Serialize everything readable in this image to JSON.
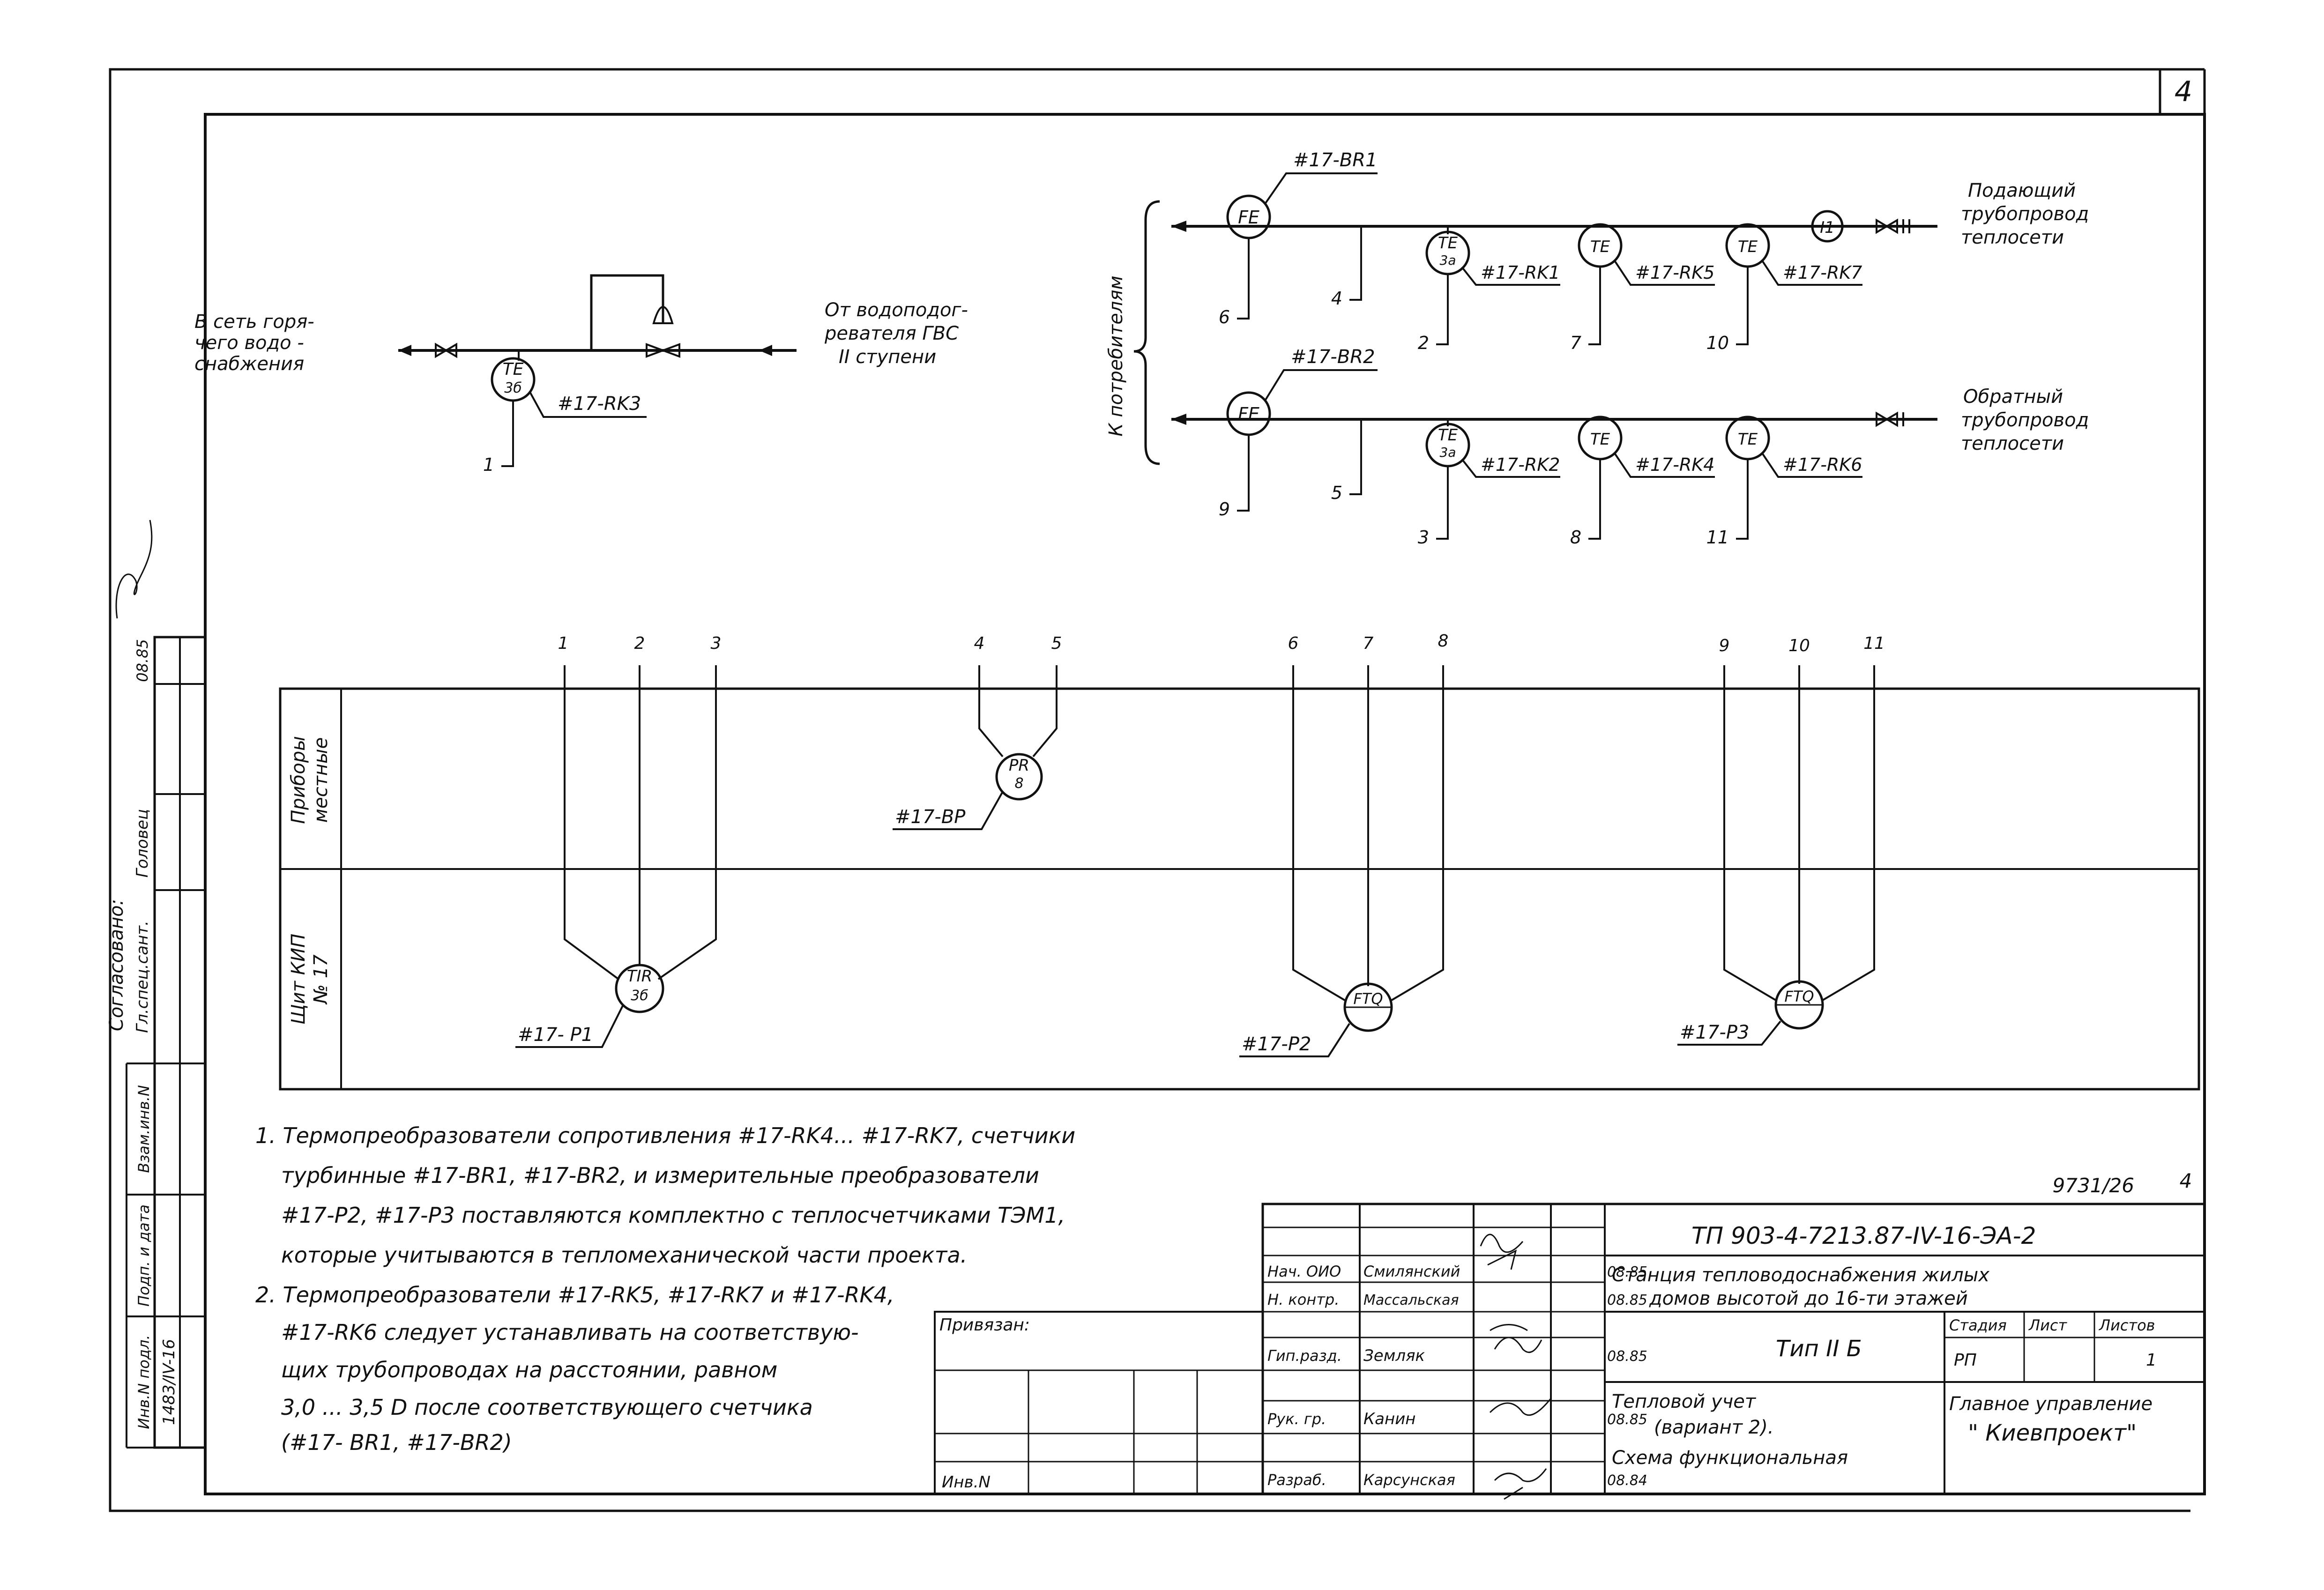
{
  "sheet_number": "4",
  "side_stamp": {
    "agreed_title": "Согласовано:",
    "agreed_role": "Гл.спец.сант.",
    "agreed_name": "Головец",
    "agreed_date": "08.85",
    "inv_orig_label": "Инв.N подл.",
    "sign_date_label": "Подп. и дата",
    "inv_repl_label": "Взам.инв.N",
    "inv_orig_value": "1483/IV-16"
  },
  "zones": {
    "local": "Приборы местные",
    "panel": "Щит КИП № 17"
  },
  "hot_water": {
    "left_note": "В сеть горя-\nчего водо -\nснабжения",
    "right_note": "От водоподог-\nревателя ГВС\nII ступени",
    "sensor": "TE\n3б",
    "tag": "#17-RK3",
    "line": "1"
  },
  "brace_label": "К потребителям",
  "supply": {
    "label": "Подающий\nтрубопровод\nтеплосети",
    "flow_sensor": "FE",
    "flow_tag": "#17-BR1",
    "line_fe": "6",
    "line_tap": "4",
    "meter_mark": "I1",
    "sensors": [
      {
        "label": "TE\n3а",
        "tag": "#17-RK1",
        "line": "2"
      },
      {
        "label": "TE",
        "tag": "#17-RK5",
        "line": "7"
      },
      {
        "label": "TE",
        "tag": "#17-RK7",
        "line": "10"
      }
    ]
  },
  "return": {
    "label": "Обратный\nтрубопровод\nтеплосети",
    "flow_sensor": "FE",
    "flow_tag": "#17-BR2",
    "line_fe": "9",
    "line_tap": "5",
    "sensors": [
      {
        "label": "TE\n3а",
        "tag": "#17-RK2",
        "line": "3"
      },
      {
        "label": "TE",
        "tag": "#17-RK4",
        "line": "8"
      },
      {
        "label": "TE",
        "tag": "#17-RK6",
        "line": "11"
      }
    ]
  },
  "line_numbers": [
    "1",
    "2",
    "3",
    "4",
    "5",
    "6",
    "7",
    "8",
    "9",
    "10",
    "11"
  ],
  "local_instrument": {
    "label": "PR\n8",
    "tag": "#17-BP"
  },
  "panel_instruments": [
    {
      "label": "TIR\n3б",
      "tag": "#17- P1"
    },
    {
      "label": "FTQ",
      "tag": "#17-P2"
    },
    {
      "label": "FTQ",
      "tag": "#17-P3"
    }
  ],
  "notes": [
    "1. Термопреобразователи сопротивления #17-RK4... #17-RK7, счетчики",
    "турбинные #17-BR1, #17-BR2, и измерительные преобразователи",
    "#17-P2, #17-P3 поставляются комплектно с теплосчетчиками ТЭМ1,",
    "которые учитываются в тепломеханической части проекта.",
    "2. Термопреобразователи #17-RK5, #17-RK7 и #17-RK4,",
    "#17-RK6 следует устанавливать на соответствую-",
    "щих трубопроводах на расстоянии, равном",
    "3,0 ... 3,5 D  после соответствующего счетчика",
    "(#17- BR1, #17-BR2)"
  ],
  "title_block": {
    "archive_no": "9731/26",
    "archive_sheet": "4",
    "doc_code": "ТП 903-4-7213.87-IV-16-ЭА-2",
    "project_title": "Станция тепловодоснабжения жилых\nдомов высотой до 16-ти этажей",
    "type_label": "Тип II Б",
    "drawing_title": "Тепловой учет\n(вариант 2).\nСхема функциональная",
    "stage_header": "Стадия",
    "sheet_header": "Лист",
    "sheets_header": "Листов",
    "stage_value": "РП",
    "sheets_value": "1",
    "organization": "Главное управление\n\" Киевпроект\"",
    "bound_label": "Привязан:",
    "inv_label": "Инв.N",
    "signatures": [
      {
        "role": "Нач. ОИО",
        "name": "Смилянский",
        "date": "08.85"
      },
      {
        "role": "Н. контр.",
        "name": "Массальская",
        "date": "08.85"
      },
      {
        "role": "Гип.разд.",
        "name": "Земляк",
        "date": "08.85"
      },
      {
        "role": "Рук. гр.",
        "name": "Канин",
        "date": "08.85"
      },
      {
        "role": "Разраб.",
        "name": "Карсунская",
        "date": "08.84"
      }
    ]
  }
}
